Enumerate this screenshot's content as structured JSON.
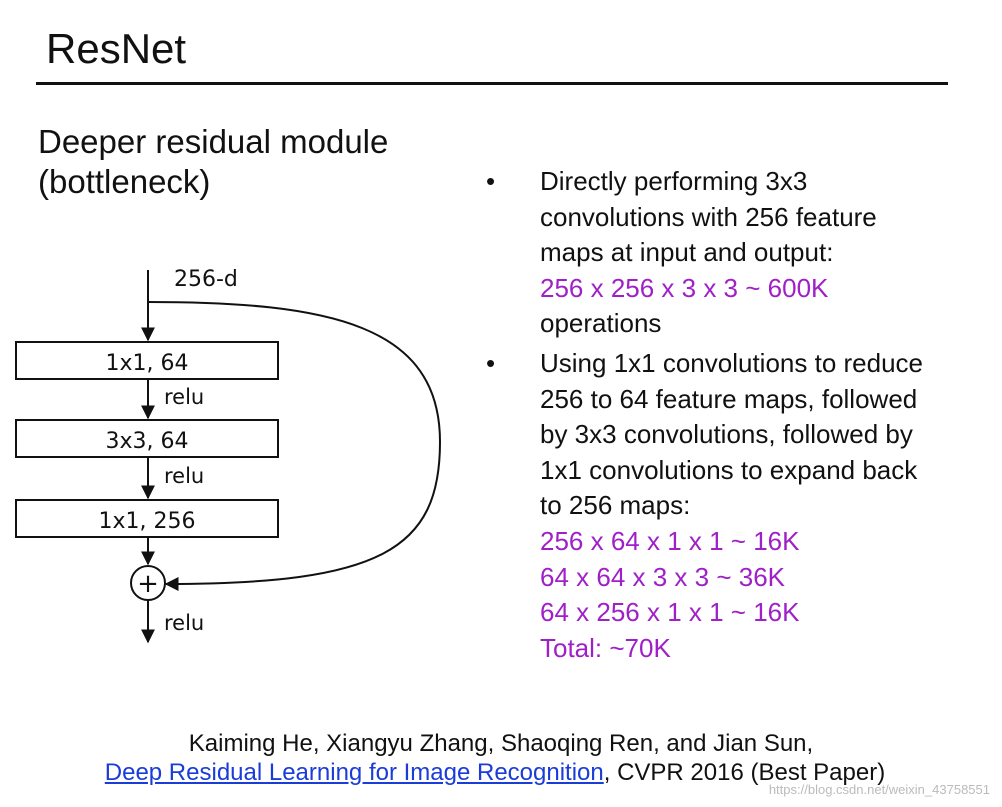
{
  "title": "ResNet",
  "subtitle": {
    "line1": "Deeper residual module",
    "line2": "(bottleneck)"
  },
  "diagram": {
    "input_label": "256-d",
    "blocks": [
      "1x1, 64",
      "3x3, 64",
      "1x1, 256"
    ],
    "relu_labels": [
      "relu",
      "relu",
      "relu"
    ],
    "sum_symbol": "+"
  },
  "bullets": [
    {
      "marker": "•",
      "lines": [
        "Directly performing 3x3",
        "convolutions with 256 feature",
        "maps at input and output:"
      ],
      "highlight": [
        "256 x 256 x 3 x 3 ~ 600K"
      ],
      "after": [
        "operations"
      ]
    },
    {
      "marker": "•",
      "lines": [
        "Using 1x1 convolutions to reduce",
        "256 to 64 feature maps, followed",
        "by 3x3 convolutions, followed by",
        "1x1 convolutions to expand back",
        "to 256 maps:"
      ],
      "highlight": [
        "256 x 64 x 1 x 1 ~ 16K",
        "64 x 64 x 3 x 3 ~ 36K",
        "64 x 256 x 1 x 1 ~ 16K",
        "Total: ~70K"
      ],
      "after": []
    }
  ],
  "citation": {
    "authors": "Kaiming He, Xiangyu Zhang, Shaoqing Ren, and Jian Sun,",
    "paper_link": "Deep Residual Learning for Image Recognition",
    "venue": ", CVPR 2016 (Best Paper)"
  },
  "watermark": "https://blog.csdn.net/weixin_43758551",
  "colors": {
    "highlight": "#a020c8",
    "link": "#1a3cd8",
    "text": "#111111"
  }
}
